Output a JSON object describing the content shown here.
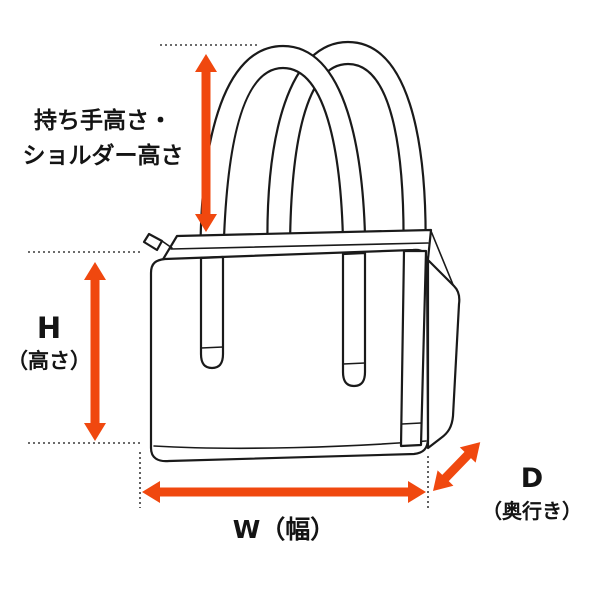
{
  "colors": {
    "arrow": "#f0480f",
    "line": "#1a1a1a"
  },
  "labels": {
    "handle_height_line1": "持ち手高さ・",
    "handle_height_line2": "ショルダー高さ",
    "height_symbol": "H",
    "height_unit": "（高さ）",
    "width": "W（幅）",
    "depth_symbol": "D",
    "depth_unit": "（奥行き）"
  }
}
